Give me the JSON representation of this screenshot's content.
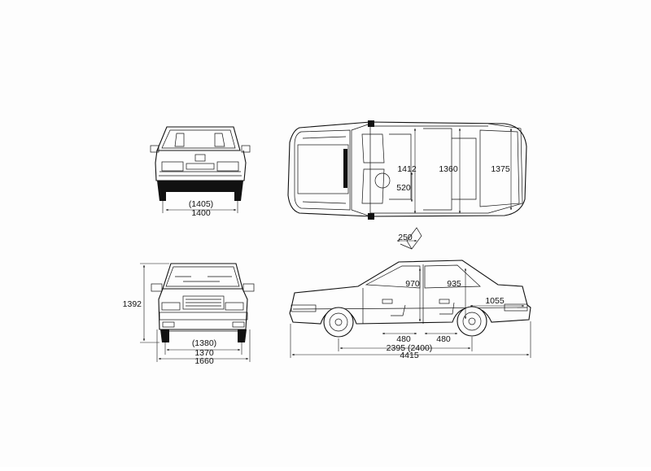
{
  "dimensions": {
    "rear_track_paren": "(1405)",
    "rear_track": "1400",
    "interior_width_front": "1412",
    "interior_width_mid": "1360",
    "interior_width_rear": "1375",
    "seat_depth": "520",
    "seat_travel": "250",
    "overall_height": "1392",
    "front_track_paren": "(1380)",
    "front_track": "1370",
    "overall_width": "1660",
    "front_headroom": "970",
    "rear_headroom": "935",
    "rear_overhang": "1055",
    "front_legroom": "480",
    "rear_legroom": "480",
    "wheelbase": "2395 (2400)",
    "overall_length": "4415"
  }
}
